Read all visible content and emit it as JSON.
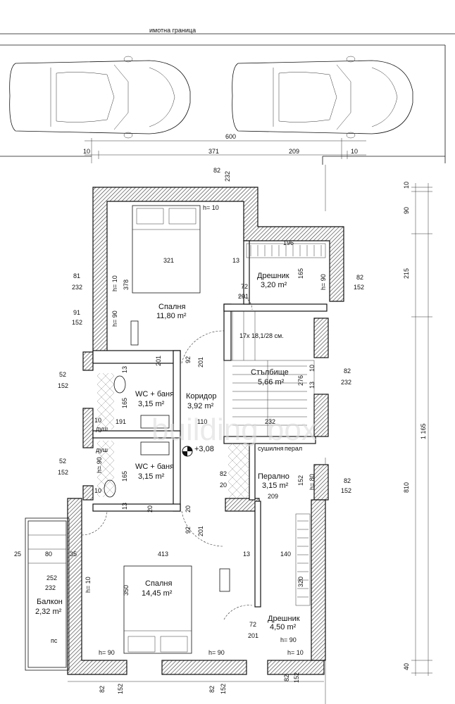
{
  "property_line_label": "имотна граница",
  "parking": {
    "dims_top": {
      "total": "600",
      "left": "10",
      "middle_a": "371",
      "middle_b": "209",
      "right": "10"
    }
  },
  "rooms": {
    "bedroom1": {
      "name": "Спалня",
      "area": "11,80 m²"
    },
    "closet1": {
      "name": "Дрешник",
      "area": "3,20 m²"
    },
    "stair": {
      "name": "Стълбище",
      "area": "5,66 m²"
    },
    "stair_note": "17x 18,1/28 см.",
    "corridor": {
      "name": "Коридор",
      "area": "3,92 m²"
    },
    "wc1": {
      "name": "WC + баня",
      "area": "3,15 m²"
    },
    "wc2": {
      "name": "WC + баня",
      "area": "3,15 m²"
    },
    "laundry": {
      "name": "Перално",
      "area": "3,15 m²"
    },
    "bedroom2": {
      "name": "Спалня",
      "area": "14,45 m²"
    },
    "closet2": {
      "name": "Дрешник",
      "area": "4,50 m²"
    },
    "balcony": {
      "name": "Балкон",
      "area": "2,32 m²"
    }
  },
  "labels": {
    "level": "+3,08",
    "shower1": "душ",
    "shower2": "душ",
    "dryer": "сушилня",
    "washer": "перал",
    "ps": "пс"
  },
  "dims": {
    "d82a": "82",
    "d232a": "232",
    "h10a": "h= 10",
    "d321": "321",
    "d13a": "13",
    "d196": "196",
    "d81": "81",
    "d232b": "232",
    "h10b": "h= 10",
    "d378": "378",
    "d72a": "72",
    "d201a": "201",
    "d82b": "82",
    "d152a": "152",
    "h90a": "h= 90",
    "d165a": "165",
    "d91": "91",
    "d152b": "152",
    "h90b": "h= 90",
    "d52a": "52",
    "d152c": "152",
    "d13b": "13",
    "d201b": "201",
    "d165b": "165",
    "d92a": "92",
    "d201c": "201",
    "d191": "191",
    "d10a": "10",
    "d110": "110",
    "d232c": "232",
    "d82c": "82",
    "d232d": "232",
    "d10b": "10",
    "d276": "276",
    "d13c": "13",
    "d52b": "52",
    "d152d": "152",
    "d165c": "165",
    "h90c": "h= 90",
    "d10c": "10",
    "d82d": "82",
    "d20a": "20",
    "d209": "209",
    "d152e": "152",
    "h80": "h= 80",
    "d82e": "82",
    "d152f": "152",
    "d13d": "13",
    "d20b": "20",
    "d20c": "20",
    "d92b": "92",
    "d201d": "201",
    "d25": "25",
    "d80": "80",
    "d35": "35",
    "d413": "413",
    "d13e": "13",
    "d140": "140",
    "d252": "252",
    "d232e": "232",
    "h10c": "h= 10",
    "d350": "350",
    "d320": "320",
    "d72b": "72",
    "d201e": "201",
    "h90d": "h= 90",
    "h90e": "h= 90",
    "h90f": "h= 90",
    "h10d": "h= 10",
    "b82a": "82",
    "b152a": "152",
    "b82b": "82",
    "b152b": "152",
    "b82c": "82",
    "b152c": "152",
    "r10": "10",
    "r90": "90",
    "r215": "215",
    "r1165": "1 165",
    "r810": "810",
    "r40": "40"
  },
  "watermark": "building box"
}
